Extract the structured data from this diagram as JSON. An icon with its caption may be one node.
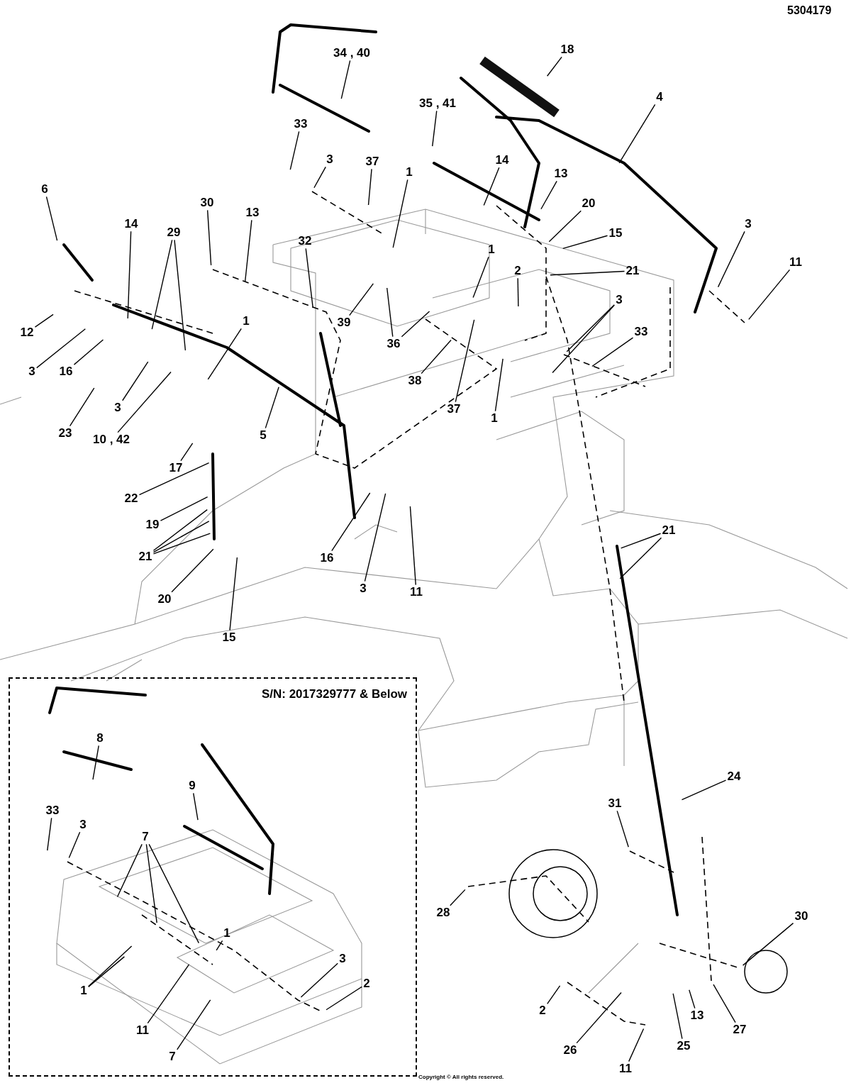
{
  "diagram": {
    "nodes": [
      {
        "text": [
          "34 , 40"
        ]
      },
      {
        "text": [
          "18"
        ]
      },
      {
        "text": [
          "35 , 41"
        ]
      },
      {
        "text": [
          "4"
        ]
      },
      {
        "text": [
          "33"
        ]
      },
      {
        "text": [
          "3"
        ]
      },
      {
        "text": [
          "37"
        ]
      },
      {
        "text": [
          "1"
        ]
      },
      {
        "text": [
          "14"
        ]
      },
      {
        "text": [
          "13"
        ]
      },
      {
        "text": [
          "20"
        ]
      },
      {
        "text": [
          "15"
        ]
      },
      {
        "text": [
          "3"
        ]
      },
      {
        "text": [
          "11"
        ]
      },
      {
        "text": [
          "6"
        ]
      },
      {
        "text": [
          "30"
        ]
      },
      {
        "text": [
          "13"
        ]
      },
      {
        "text": [
          "32"
        ]
      },
      {
        "text": [
          "1"
        ]
      },
      {
        "text": [
          "21"
        ]
      },
      {
        "text": [
          "2"
        ]
      },
      {
        "text": [
          "29"
        ]
      },
      {
        "text": [
          "14"
        ]
      },
      {
        "text": [
          "3"
        ]
      },
      {
        "text": [
          "33"
        ]
      },
      {
        "text": [
          "12"
        ]
      },
      {
        "text": [
          "1"
        ]
      },
      {
        "text": [
          "39"
        ]
      },
      {
        "text": [
          "3"
        ]
      },
      {
        "text": [
          "16"
        ]
      },
      {
        "text": [
          "36"
        ]
      },
      {
        "text": [
          "38"
        ]
      },
      {
        "text": [
          "3"
        ]
      },
      {
        "text": [
          "37"
        ]
      },
      {
        "text": [
          "1"
        ]
      },
      {
        "text": [
          "23"
        ]
      },
      {
        "text": [
          "10 , 42"
        ]
      },
      {
        "text": [
          "5"
        ]
      },
      {
        "text": [
          "17"
        ]
      },
      {
        "text": [
          "22"
        ]
      },
      {
        "text": [
          "19"
        ]
      },
      {
        "text": [
          "21"
        ]
      },
      {
        "text": [
          "16"
        ]
      },
      {
        "text": [
          "3"
        ]
      },
      {
        "text": [
          "11"
        ]
      },
      {
        "text": [
          "20"
        ]
      },
      {
        "text": [
          "15"
        ]
      },
      {
        "text": [
          "21"
        ]
      },
      {
        "text": [
          "S/N: 2017329777 & Below"
        ]
      },
      {
        "text": [
          "8"
        ],
        "in": 48
      },
      {
        "text": [
          "9"
        ],
        "in": 48
      },
      {
        "text": [
          "33"
        ],
        "in": 48
      },
      {
        "text": [
          "3"
        ],
        "in": 48
      },
      {
        "text": [
          "7"
        ],
        "in": 48
      },
      {
        "text": [
          "1"
        ],
        "in": 48
      },
      {
        "text": [
          "1"
        ],
        "in": 48
      },
      {
        "text": [
          "3"
        ],
        "in": 48
      },
      {
        "text": [
          "2"
        ],
        "in": 48
      },
      {
        "text": [
          "11"
        ],
        "in": 48
      },
      {
        "text": [
          "7"
        ],
        "in": 48
      },
      {
        "text": [
          "24"
        ]
      },
      {
        "text": [
          "31"
        ]
      },
      {
        "text": [
          "28"
        ]
      },
      {
        "text": [
          "30"
        ]
      },
      {
        "text": [
          "2"
        ]
      },
      {
        "text": [
          "13"
        ]
      },
      {
        "text": [
          "27"
        ]
      },
      {
        "text": [
          "25"
        ]
      },
      {
        "text": [
          "26"
        ]
      },
      {
        "text": [
          "11"
        ]
      }
    ],
    "edges": [
      {
        "from": 0,
        "to": null,
        "arrow": "none"
      },
      {
        "from": 1,
        "to": null,
        "arrow": "none"
      },
      {
        "from": 2,
        "to": null,
        "arrow": "none"
      },
      {
        "from": 3,
        "to": null,
        "arrow": "none"
      },
      {
        "from": 4,
        "to": null,
        "arrow": "none"
      },
      {
        "from": 5,
        "to": null,
        "arrow": "none"
      },
      {
        "from": 6,
        "to": null,
        "arrow": "none"
      },
      {
        "from": 7,
        "to": null,
        "arrow": "none"
      },
      {
        "from": 8,
        "to": null,
        "arrow": "none"
      },
      {
        "from": 9,
        "to": null,
        "arrow": "none"
      },
      {
        "from": 10,
        "to": null,
        "arrow": "none"
      },
      {
        "from": 11,
        "to": null,
        "arrow": "none"
      },
      {
        "from": 12,
        "to": null,
        "arrow": "none"
      },
      {
        "from": 13,
        "to": null,
        "arrow": "none"
      },
      {
        "from": 14,
        "to": null,
        "arrow": "none"
      },
      {
        "from": 15,
        "to": null,
        "arrow": "none"
      },
      {
        "from": 16,
        "to": null,
        "arrow": "none"
      },
      {
        "from": 17,
        "to": null,
        "arrow": "none"
      },
      {
        "from": 18,
        "to": null,
        "arrow": "none"
      },
      {
        "from": 19,
        "to": null,
        "arrow": "none"
      },
      {
        "from": 20,
        "to": null,
        "arrow": "none"
      },
      {
        "from": 21,
        "to": null,
        "arrow": "none"
      },
      {
        "from": 21,
        "to": null,
        "arrow": "none"
      },
      {
        "from": 22,
        "to": null,
        "arrow": "none"
      },
      {
        "from": 23,
        "to": null,
        "arrow": "none"
      },
      {
        "from": 23,
        "to": null,
        "arrow": "none"
      },
      {
        "from": 24,
        "to": null,
        "arrow": "none"
      },
      {
        "from": 25,
        "to": null,
        "arrow": "none"
      },
      {
        "from": 26,
        "to": null,
        "arrow": "none"
      },
      {
        "from": 27,
        "to": null,
        "arrow": "none"
      },
      {
        "from": 28,
        "to": null,
        "arrow": "none"
      },
      {
        "from": 29,
        "to": null,
        "arrow": "none"
      },
      {
        "from": 30,
        "to": null,
        "arrow": "none"
      },
      {
        "from": 30,
        "to": null,
        "arrow": "none"
      },
      {
        "from": 31,
        "to": null,
        "arrow": "none"
      },
      {
        "from": 32,
        "to": null,
        "arrow": "none"
      },
      {
        "from": 33,
        "to": null,
        "arrow": "none"
      },
      {
        "from": 34,
        "to": null,
        "arrow": "none"
      },
      {
        "from": 35,
        "to": null,
        "arrow": "none"
      },
      {
        "from": 36,
        "to": null,
        "arrow": "none"
      },
      {
        "from": 37,
        "to": null,
        "arrow": "none"
      },
      {
        "from": 38,
        "to": null,
        "arrow": "none"
      },
      {
        "from": 39,
        "to": null,
        "arrow": "none"
      },
      {
        "from": 40,
        "to": null,
        "arrow": "none"
      },
      {
        "from": 41,
        "to": null,
        "arrow": "none"
      },
      {
        "from": 41,
        "to": null,
        "arrow": "none"
      },
      {
        "from": 41,
        "to": null,
        "arrow": "none"
      },
      {
        "from": 42,
        "to": null,
        "arrow": "none"
      },
      {
        "from": 43,
        "to": null,
        "arrow": "none"
      },
      {
        "from": 44,
        "to": null,
        "arrow": "none"
      },
      {
        "from": 45,
        "to": null,
        "arrow": "none"
      },
      {
        "from": 46,
        "to": null,
        "arrow": "none"
      },
      {
        "from": 47,
        "to": null,
        "arrow": "none"
      },
      {
        "from": 47,
        "to": null,
        "arrow": "none"
      },
      {
        "from": 49,
        "to": null,
        "arrow": "none"
      },
      {
        "from": 50,
        "to": null,
        "arrow": "none"
      },
      {
        "from": 51,
        "to": null,
        "arrow": "none"
      },
      {
        "from": 52,
        "to": null,
        "arrow": "none"
      },
      {
        "from": 53,
        "to": null,
        "arrow": "none"
      },
      {
        "from": 53,
        "to": null,
        "arrow": "none"
      },
      {
        "from": 53,
        "to": null,
        "arrow": "none"
      },
      {
        "from": 54,
        "to": null,
        "arrow": "none"
      },
      {
        "from": 55,
        "to": null,
        "arrow": "none"
      },
      {
        "from": 55,
        "to": null,
        "arrow": "none"
      },
      {
        "from": 56,
        "to": null,
        "arrow": "none"
      },
      {
        "from": 57,
        "to": null,
        "arrow": "none"
      },
      {
        "from": 58,
        "to": null,
        "arrow": "none"
      },
      {
        "from": 59,
        "to": null,
        "arrow": "none"
      },
      {
        "from": 60,
        "to": null,
        "arrow": "none"
      },
      {
        "from": 61,
        "to": null,
        "arrow": "none"
      },
      {
        "from": 62,
        "to": null,
        "arrow": "none"
      },
      {
        "from": 63,
        "to": null,
        "arrow": "none"
      },
      {
        "from": 64,
        "to": null,
        "arrow": "none"
      },
      {
        "from": 65,
        "to": null,
        "arrow": "none"
      },
      {
        "from": 66,
        "to": null,
        "arrow": "none"
      },
      {
        "from": 67,
        "to": null,
        "arrow": "none"
      },
      {
        "from": 68,
        "to": null,
        "arrow": "none"
      },
      {
        "from": 69,
        "to": null,
        "arrow": "none"
      }
    ],
    "labels": [
      "5304179",
      "Copyright © All rights reserved."
    ]
  }
}
